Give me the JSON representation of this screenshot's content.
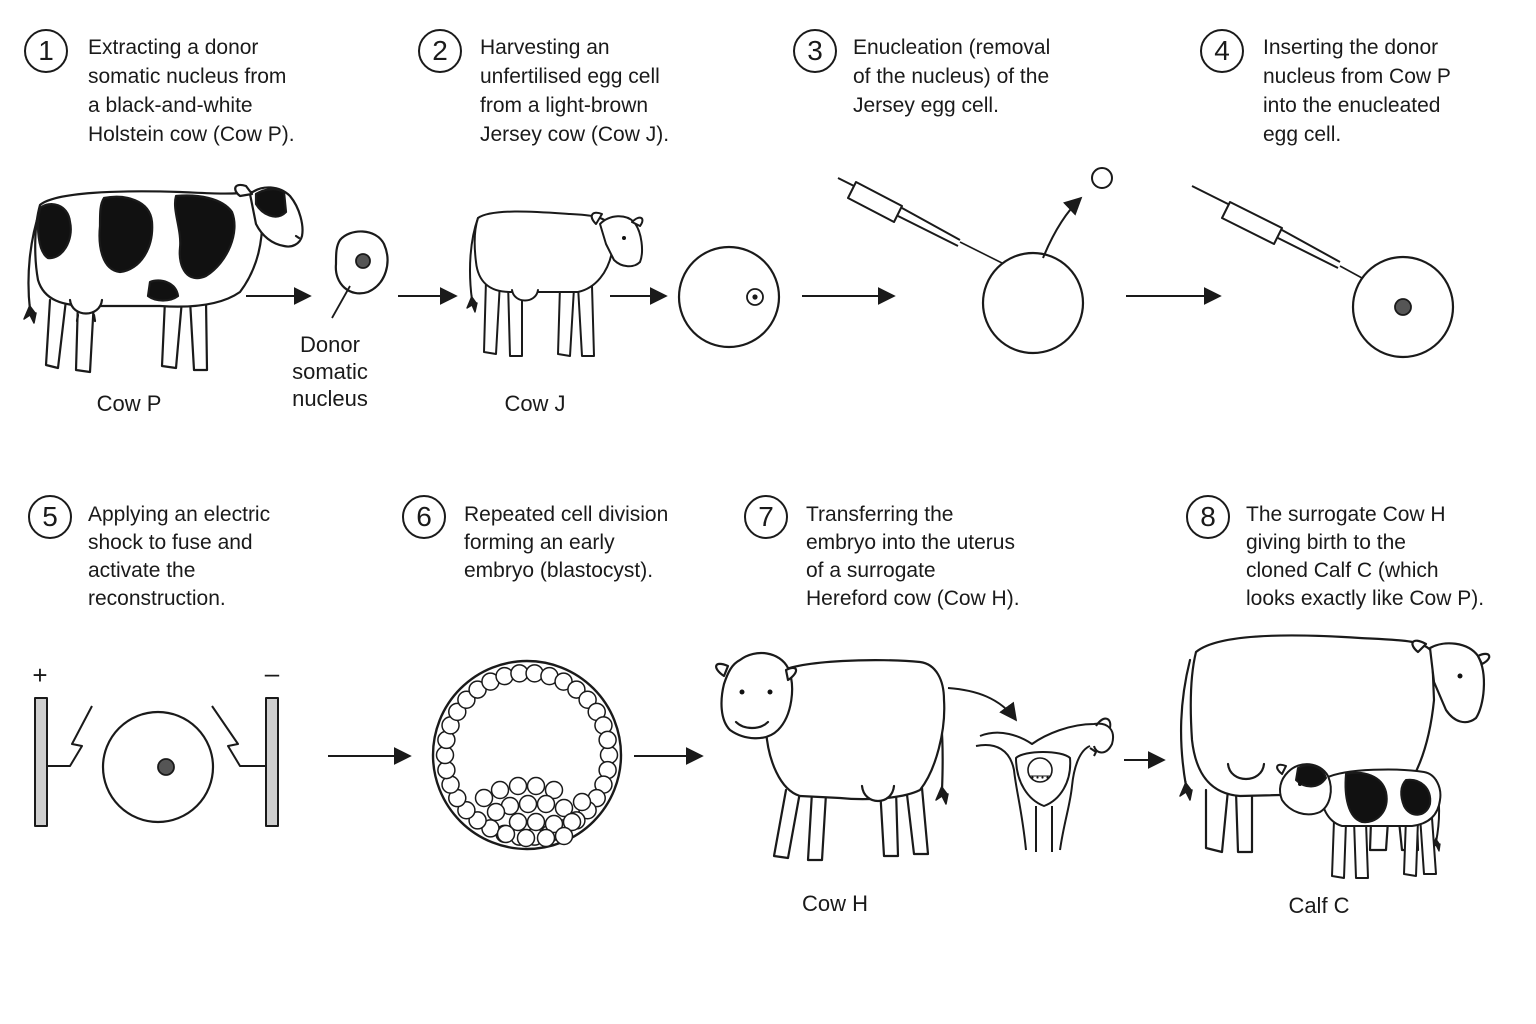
{
  "steps": [
    {
      "number": "1",
      "lines": [
        "Extracting a donor",
        "somatic nucleus from",
        "a black-and-white",
        "Holstein cow (Cow P)."
      ]
    },
    {
      "number": "2",
      "lines": [
        "Harvesting an",
        "unfertilised egg cell",
        "from a light-brown",
        "Jersey cow (Cow J)."
      ]
    },
    {
      "number": "3",
      "lines": [
        "Enucleation (removal",
        "of the nucleus) of the",
        "Jersey egg cell."
      ]
    },
    {
      "number": "4",
      "lines": [
        "Inserting the donor",
        "nucleus from Cow P",
        "into the enucleated",
        "egg cell."
      ]
    },
    {
      "number": "5",
      "lines": [
        "Applying an electric",
        "shock to fuse and",
        "activate the",
        "reconstruction."
      ]
    },
    {
      "number": "6",
      "lines": [
        "Repeated cell division",
        "forming an early",
        "embryo (blastocyst)."
      ]
    },
    {
      "number": "7",
      "lines": [
        "Transferring the",
        "embryo into the uterus",
        "of a surrogate",
        "Hereford cow (Cow H)."
      ]
    },
    {
      "number": "8",
      "lines": [
        "The surrogate Cow H",
        "giving birth to the",
        "cloned Calf C (which",
        "looks exactly like Cow P)."
      ]
    }
  ],
  "labels": {
    "cow_p": "Cow P",
    "donor_nucleus": [
      "Donor",
      "somatic",
      "nucleus"
    ],
    "cow_j": "Cow J",
    "cow_h": "Cow H",
    "calf_c": "Calf C",
    "plus": "+",
    "minus": "–"
  },
  "colors": {
    "ink": "#1a1a1a",
    "patch": "#111111",
    "nucleus": "#555555",
    "electrode": "#cfcfcf"
  }
}
